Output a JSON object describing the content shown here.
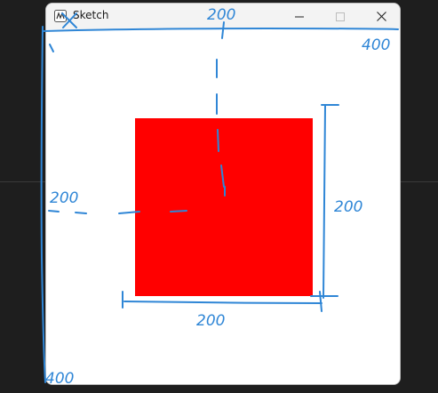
{
  "window": {
    "title": "Sketch",
    "icon": "processing-app-icon",
    "controls": [
      "minimize-icon",
      "maximize-icon",
      "close-icon"
    ]
  },
  "sketch": {
    "fill_color": "#ff0000",
    "background_color": "#ffffff"
  },
  "annotations": {
    "ink_color": "#2f86d6",
    "top_width": "200",
    "top_right_width": "400",
    "left_height": "200",
    "bottom_left_height": "400",
    "right_square_height": "200",
    "bottom_square_width": "200"
  }
}
